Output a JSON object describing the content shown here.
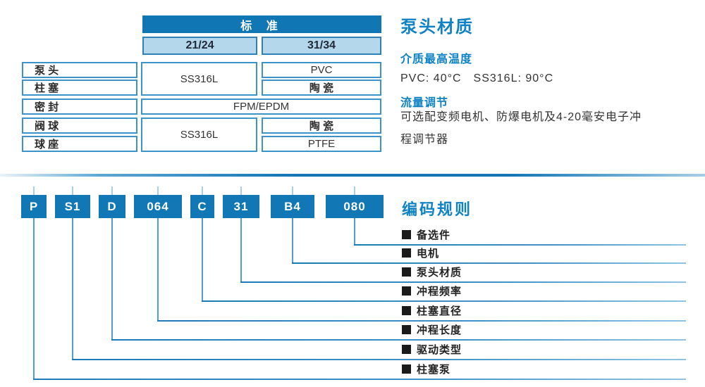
{
  "colors": {
    "primary_blue": "#1076b4",
    "heading_blue": "#0e82c4",
    "light_cell_blue": "#b5d7ec",
    "cell_border_blue": "#3b93c8",
    "body_text": "#333333",
    "legend_square": "#1a1a1a"
  },
  "materials_table": {
    "header": "标 准",
    "col_headers": [
      "21/24",
      "31/34"
    ],
    "row_labels": [
      "泵 头",
      "柱 塞",
      "密 封",
      "阀 球",
      "球 座"
    ],
    "cells": {
      "ss316l_top": "SS316L",
      "pvc": "PVC",
      "ceramic_top": "陶 瓷",
      "fpm_epdm": "FPM/EPDM",
      "ss316l_bottom": "SS316L",
      "ceramic_bottom": "陶 瓷",
      "ptfe": "PTFE"
    }
  },
  "info_panel": {
    "title": "泵头材质",
    "section1_heading": "介质最高温度",
    "section1_body": "PVC: 40°C　SS316L: 90°C",
    "section2_heading": "流量调节",
    "section2_body": "可选配变频电机、防爆电机及4-20毫安电子冲程调节器"
  },
  "coding": {
    "title": "编码规则",
    "boxes": [
      {
        "code": "P"
      },
      {
        "code": "S1"
      },
      {
        "code": "D"
      },
      {
        "code": "064"
      },
      {
        "code": "C"
      },
      {
        "code": "31"
      },
      {
        "code": "B4"
      },
      {
        "code": "080"
      }
    ],
    "legend": [
      "备选件",
      "电机",
      "泵头材质",
      "冲程频率",
      "柱塞直径",
      "冲程长度",
      "驱动类型",
      "柱塞泵"
    ]
  }
}
